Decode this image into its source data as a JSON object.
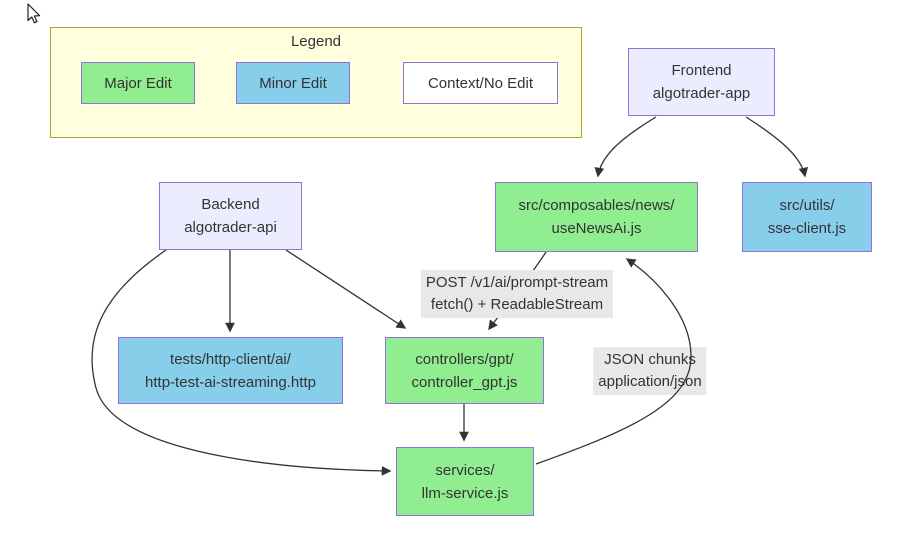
{
  "legend": {
    "title": "Legend",
    "items": [
      {
        "label": "Major Edit",
        "color": "#90ee90"
      },
      {
        "label": "Minor Edit",
        "color": "#87ceeb"
      },
      {
        "label": "Context/No Edit",
        "color": "#ffffff"
      }
    ]
  },
  "nodes": {
    "frontend": {
      "line1": "Frontend",
      "line2": "algotrader-app",
      "category": "context"
    },
    "backend": {
      "line1": "Backend",
      "line2": "algotrader-api",
      "category": "context"
    },
    "usenewsai": {
      "line1": "src/composables/news/",
      "line2": "useNewsAi.js",
      "category": "major"
    },
    "sseclient": {
      "line1": "src/utils/",
      "line2": "sse-client.js",
      "category": "minor"
    },
    "httptest": {
      "line1": "tests/http-client/ai/",
      "line2": "http-test-ai-streaming.http",
      "category": "minor"
    },
    "controller": {
      "line1": "controllers/gpt/",
      "line2": "controller_gpt.js",
      "category": "major"
    },
    "llmservice": {
      "line1": "services/",
      "line2": "llm-service.js",
      "category": "major"
    }
  },
  "edge_labels": {
    "post": {
      "line1": "POST /v1/ai/prompt-stream",
      "line2": "fetch() + ReadableStream"
    },
    "json": {
      "line1": "JSON chunks",
      "line2": "application/json"
    }
  },
  "colors": {
    "major_fill": "#90ee90",
    "minor_fill": "#87ceeb",
    "context_fill": "#ECECFF",
    "node_border": "#9370DB",
    "legend_fill": "#ffffde",
    "legend_border": "#aaaa33",
    "edge_stroke": "#333333",
    "edge_label_bg": "#e8e8e8",
    "text": "#333333"
  }
}
